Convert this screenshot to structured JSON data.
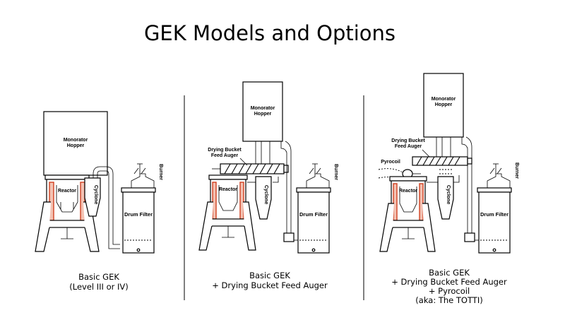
{
  "title": "GEK Models and Options",
  "colors": {
    "reactor_lining": "#d04020",
    "reactor_fill": "#f3c2b3",
    "stroke": "#000000"
  },
  "panels": [
    {
      "labels": {
        "hopper_line1": "Monorator",
        "hopper_line2": "Hopper",
        "reactor": "Reactor",
        "cyclone": "Cyclone",
        "drum_filter": "Drum Filter",
        "burner": "Burner"
      },
      "caption": [
        "Basic GEK",
        "(Level III or IV)"
      ]
    },
    {
      "labels": {
        "hopper_line1": "Monorator",
        "hopper_line2": "Hopper",
        "auger_line1": "Drying Bucket",
        "auger_line2": "Feed Auger",
        "reactor": "Reactor",
        "cyclone": "Cyclone",
        "drum_filter": "Drum Filter",
        "burner": "Burner"
      },
      "caption": [
        "Basic GEK",
        "+ Drying Bucket Feed Auger"
      ]
    },
    {
      "labels": {
        "hopper_line1": "Monorator",
        "hopper_line2": "Hopper",
        "auger_line1": "Drying Bucket",
        "auger_line2": "Feed Auger",
        "pyrocoil": "Pyrocoil",
        "reactor": "Reactor",
        "cyclone": "Cyclone",
        "drum_filter": "Drum Filter",
        "burner": "Burner"
      },
      "caption": [
        "Basic GEK",
        "+ Drying Bucket Feed Auger",
        "+ Pyrocoil",
        "(aka: The TOTTI)"
      ]
    }
  ]
}
